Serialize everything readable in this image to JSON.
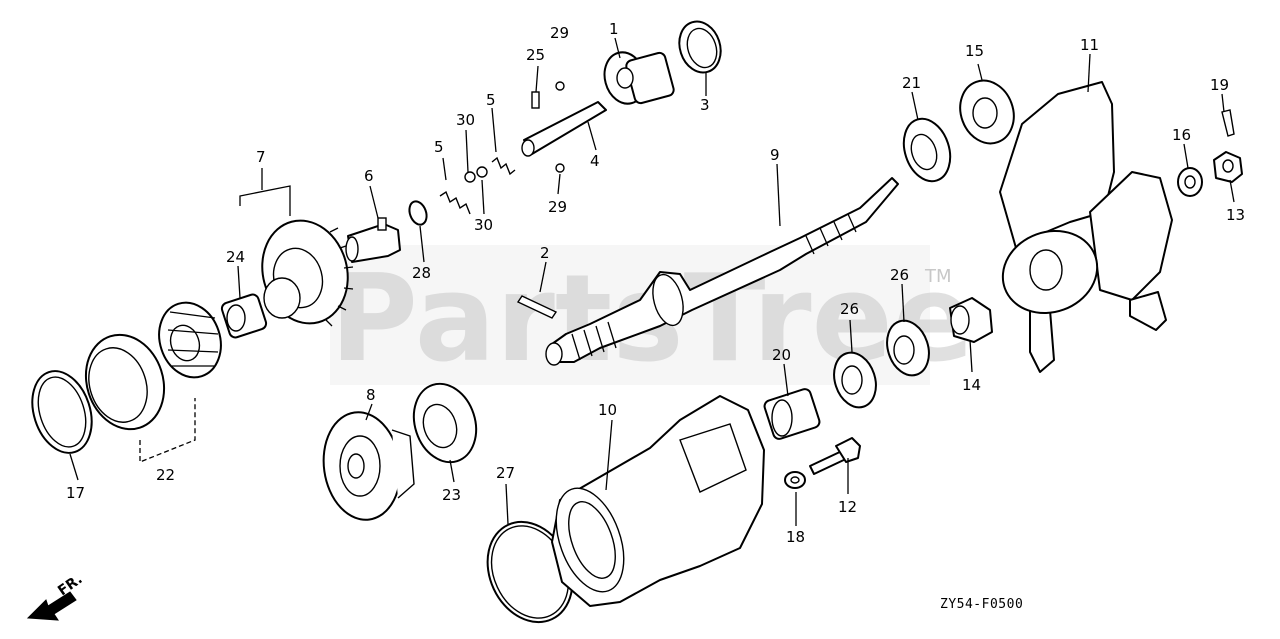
{
  "watermark": {
    "text": "PartsTree",
    "tm": "TM"
  },
  "diagram_code": "ZY54-F0500",
  "direction_label": "FR.",
  "callouts": {
    "c1": "1",
    "c2": "2",
    "c3": "3",
    "c4": "4",
    "c5a": "5",
    "c5b": "5",
    "c6": "6",
    "c7": "7",
    "c8": "8",
    "c9": "9",
    "c10": "10",
    "c11": "11",
    "c12": "12",
    "c13": "13",
    "c14": "14",
    "c15": "15",
    "c16": "16",
    "c17": "17",
    "c18": "18",
    "c19": "19",
    "c20": "20",
    "c21": "21",
    "c22": "22",
    "c23": "23",
    "c24": "24",
    "c25": "25",
    "c26a": "26",
    "c26b": "26",
    "c27": "27",
    "c28": "28",
    "c29a": "29",
    "c29b": "29",
    "c30a": "30",
    "c30b": "30"
  }
}
